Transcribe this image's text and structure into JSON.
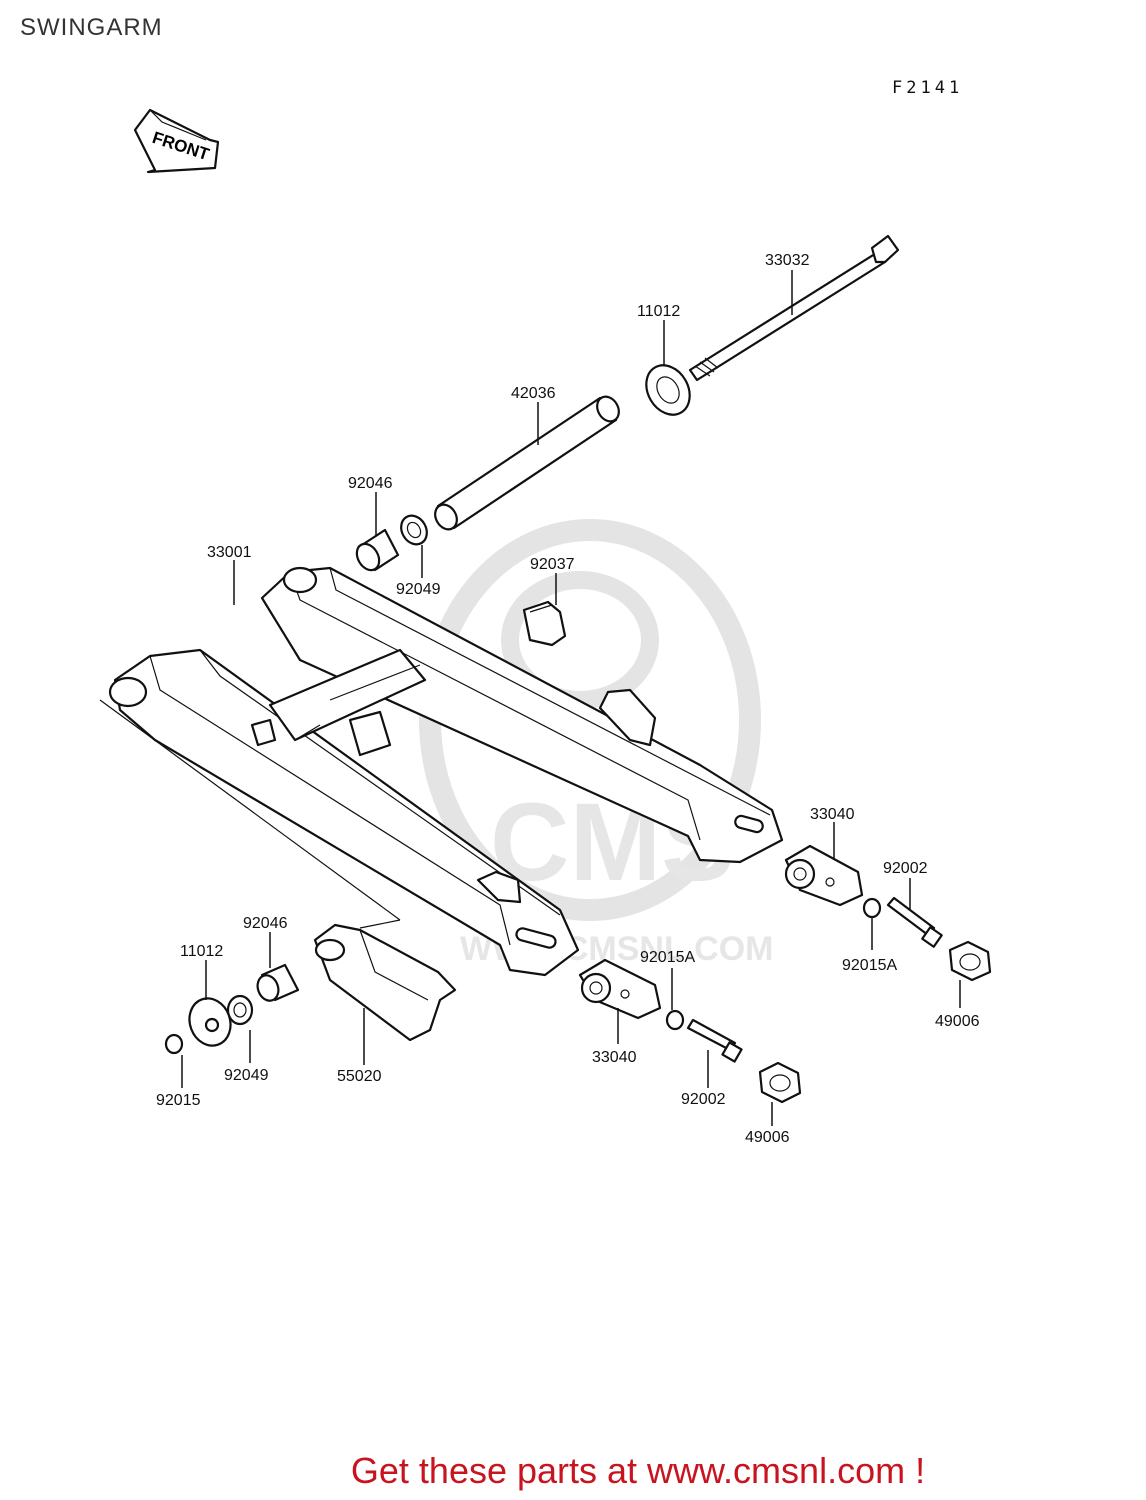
{
  "title": "SWINGARM",
  "figure_code": "F2141",
  "front_arrow_label": "FRONT",
  "watermark": {
    "main": "CMS",
    "url": "WWW.CMSNL.COM"
  },
  "parts": [
    {
      "num": "33032"
    },
    {
      "num": "11012"
    },
    {
      "num": "42036"
    },
    {
      "num": "92046"
    },
    {
      "num": "92049"
    },
    {
      "num": "33001"
    },
    {
      "num": "92037"
    },
    {
      "num": "33040"
    },
    {
      "num": "92002"
    },
    {
      "num": "92015A"
    },
    {
      "num": "49006"
    },
    {
      "num": "92046"
    },
    {
      "num": "11012"
    },
    {
      "num": "92049"
    },
    {
      "num": "92015"
    },
    {
      "num": "55020"
    },
    {
      "num": "92015A"
    },
    {
      "num": "33040"
    },
    {
      "num": "92002"
    },
    {
      "num": "49006"
    }
  ],
  "footer_text": "Get these parts at www.cmsnl.com !"
}
